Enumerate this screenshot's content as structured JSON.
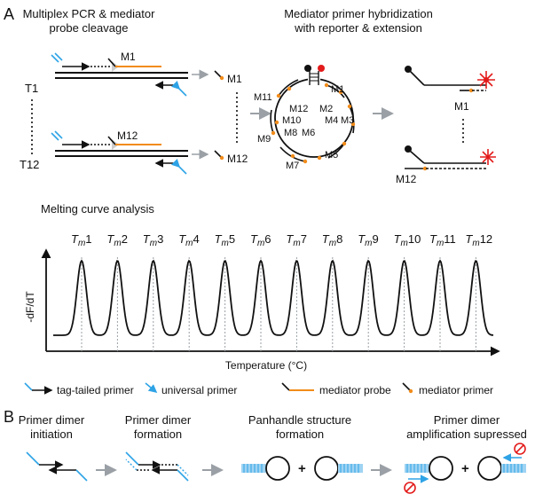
{
  "panel_a": {
    "label": "A",
    "step1_title_line1": "Multiplex PCR & mediator",
    "step1_title_line2": "probe cleavage",
    "step2_title_line1": "Mediator primer hybridization",
    "step2_title_line2": "with reporter & extension",
    "targets": [
      "T1",
      "T12"
    ],
    "mediators": [
      "M1",
      "M2",
      "M3",
      "M4",
      "M5",
      "M6",
      "M7",
      "M8",
      "M9",
      "M10",
      "M11",
      "M12"
    ],
    "melting_title": "Melting curve analysis",
    "y_axis_label": "-dF/dT",
    "x_axis_label": "Temperature (°C)",
    "tm_base": "T",
    "tm_sub": "m",
    "tm_numbers": [
      "1",
      "2",
      "3",
      "4",
      "5",
      "6",
      "7",
      "8",
      "9",
      "10",
      "11",
      "12"
    ],
    "legend": [
      {
        "label": "tag-tailed primer",
        "icon": "tag-tailed-primer-icon"
      },
      {
        "label": "universal primer",
        "icon": "universal-primer-icon"
      },
      {
        "label": "mediator probe",
        "icon": "mediator-probe-icon"
      },
      {
        "label": "mediator primer",
        "icon": "mediator-primer-icon"
      }
    ]
  },
  "panel_b": {
    "label": "B",
    "steps": [
      {
        "line1": "Primer dimer",
        "line2": "initiation"
      },
      {
        "line1": "Primer dimer",
        "line2": "formation"
      },
      {
        "line1": "Panhandle structure",
        "line2": "formation"
      },
      {
        "line1": "Primer dimer",
        "line2": "amplification supressed"
      }
    ],
    "plus": "+"
  },
  "chart_data": {
    "type": "line",
    "x_axis_label": "Temperature (°C)",
    "y_axis_label": "-dF/dT",
    "peaks": [
      "Tm1",
      "Tm2",
      "Tm3",
      "Tm4",
      "Tm5",
      "Tm6",
      "Tm7",
      "Tm8",
      "Tm9",
      "Tm10",
      "Tm11",
      "Tm12"
    ],
    "grid": false
  },
  "colors": {
    "blue": "#2ea3e6",
    "orange": "#f28c1a",
    "red": "#e31b1b",
    "gray": "#9aa0a6",
    "black": "#111111"
  }
}
